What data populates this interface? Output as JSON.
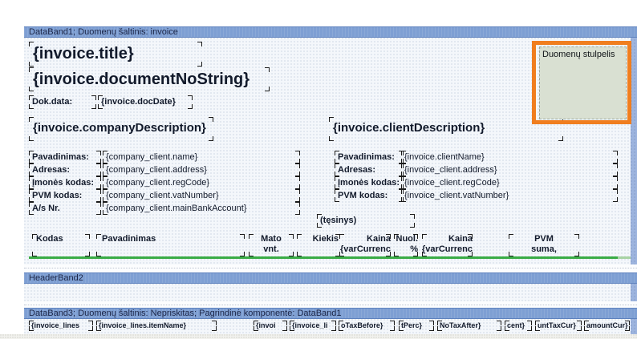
{
  "colors": {
    "band_header_bg": "#7E9FD3",
    "band_header_text": "#1B2547",
    "content_bg": "#F4F7FB",
    "right_strip": "#9DB4DE",
    "green_line": "#3AAC46",
    "highlight_orange": "#F07E1F",
    "data_column_bg": "#D9E0D2",
    "field_text": "#121A2B"
  },
  "bands": {
    "databand1": {
      "title": "DataBand1; Duomenų šaltinis: invoice"
    },
    "headerband2": {
      "title": "HeaderBand2"
    },
    "databand3": {
      "title": "DataBand3; Duomenų šaltinis: Nepriskitas; Pagrindinė komponentė: DataBand1"
    }
  },
  "invoice_header": {
    "title_field": "{invoice.title}",
    "document_no_field": "{invoice.documentNoString}",
    "doc_date_label": "Dok.data:",
    "doc_date_field": "{invoice.docDate}",
    "company_description_field": "{invoice.companyDescription}",
    "client_description_field": "{invoice.clientDescription}",
    "continuation_note": "(tęsinys)"
  },
  "company_block": {
    "rows": [
      {
        "label": "Pavadinimas:",
        "value": "{company_client.name}"
      },
      {
        "label": "Adresas:",
        "value": "{company_client.address}"
      },
      {
        "label": "Įmonės kodas:",
        "value": "{company_client.regCode}"
      },
      {
        "label": "PVM kodas:",
        "value": "{company_client.vatNumber}"
      },
      {
        "label": "A/s Nr.",
        "value": "{company_client.mainBankAccount}"
      }
    ]
  },
  "client_block": {
    "rows": [
      {
        "label": "Pavadinimas:",
        "value": "{invoice.clientName}"
      },
      {
        "label": "Adresas:",
        "value": "{invoice_client.address}"
      },
      {
        "label": "Įmonės kodas:",
        "value": "{invoice_client.regCode}"
      },
      {
        "label": "PVM kodas:",
        "value": "{invoice_client.vatNumber}"
      }
    ]
  },
  "items_table_header": {
    "columns": [
      {
        "line1": "Kodas",
        "line2": ""
      },
      {
        "line1": "Pavadinimas",
        "line2": ""
      },
      {
        "line1": "Mato",
        "line2": "vnt."
      },
      {
        "line1": "Kiekis",
        "line2": ""
      },
      {
        "line1": "Kaina",
        "line2": "{varCurrenc"
      },
      {
        "line1": "Nuol.",
        "line2": "%"
      },
      {
        "line1": "Kaina",
        "line2": "{varCurrenc"
      },
      {
        "line1": "PVM",
        "line2": "suma,"
      }
    ]
  },
  "data_column_panel": {
    "label": "Duomenų stulpelis"
  },
  "databand3_fields": [
    "{invoice_lines",
    "{invoice_lines.itemName}",
    "{invoi",
    "{invoice_li",
    "oTaxBefore}",
    "tPerc}",
    "NoTaxAfter}",
    "cent}",
    "untTaxCur}",
    "amountCur}"
  ]
}
